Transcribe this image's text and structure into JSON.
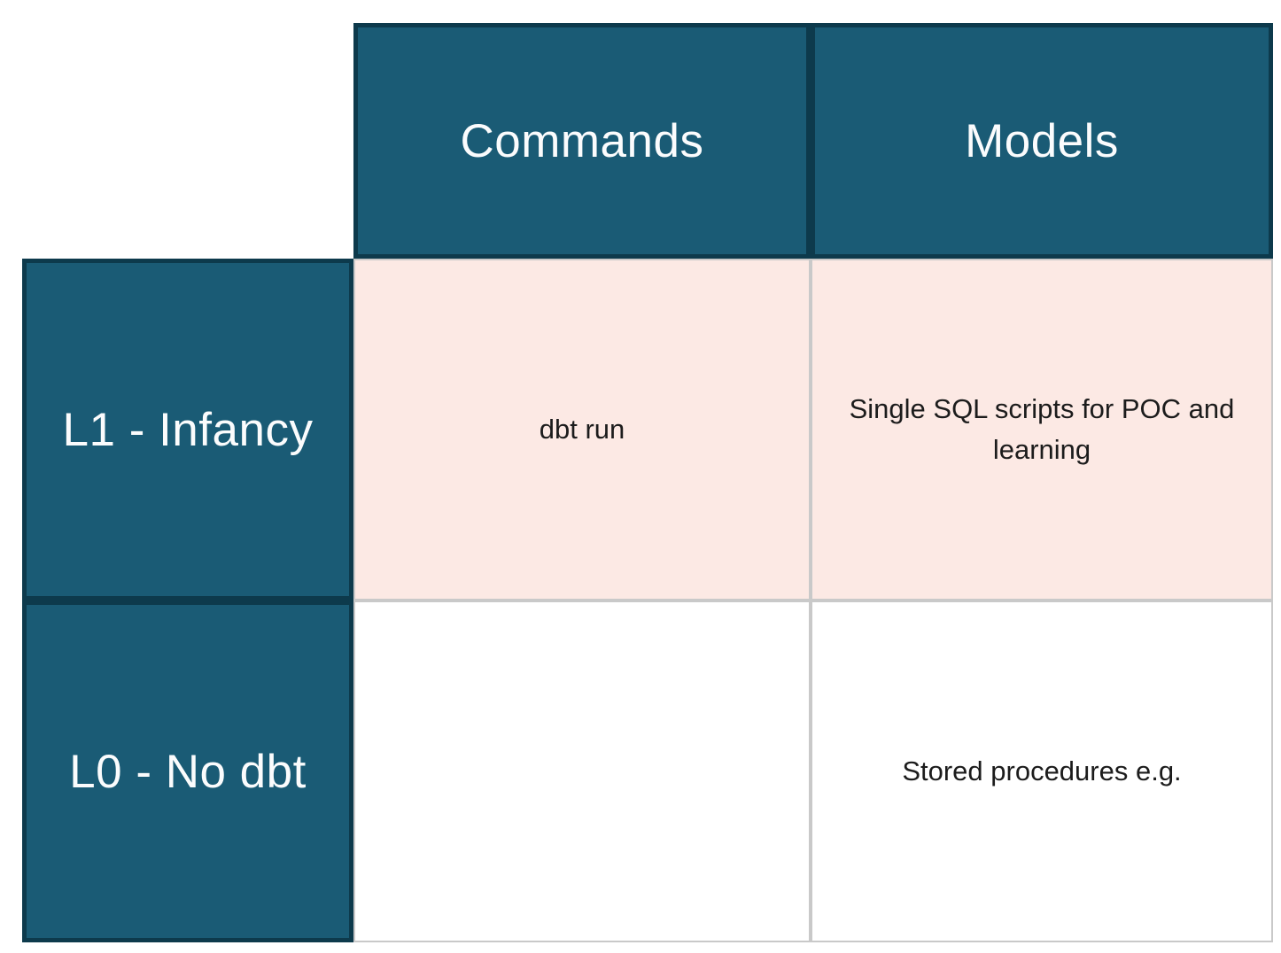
{
  "chart_data": {
    "type": "table",
    "columns": [
      "Commands",
      "Models"
    ],
    "row_labels": [
      "L1 - Infancy",
      "L0 - No dbt"
    ],
    "cells": [
      [
        "dbt run",
        "Single SQL scripts for POC and learning"
      ],
      [
        "",
        "Stored procedures e.g."
      ]
    ],
    "layout_hints": {
      "corner_cell": "empty",
      "highlighted_row": "L1 - Infancy",
      "header_position": "top-and-left"
    }
  },
  "colors": {
    "header_bg": "#1a5b75",
    "header_border": "#0d3a4c",
    "header_text": "#fbfcfd",
    "highlight_row_bg": "#fce9e4",
    "body_bg": "#ffffff",
    "grid_line": "#c9c9c9",
    "body_text": "#1c1c1c"
  }
}
